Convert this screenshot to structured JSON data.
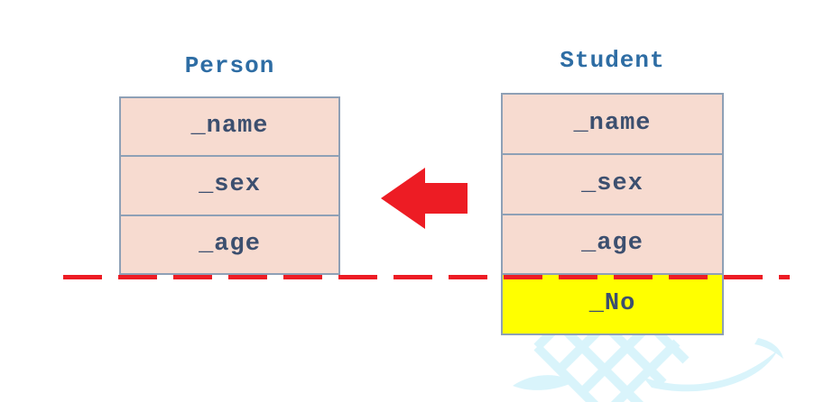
{
  "diagram": {
    "description": "Class layout diagram: Student derives from Person; the inherited part (_name, _sex, _age) maps back to Person, the extra member _No lies below the cut line",
    "person": {
      "title": "Person",
      "fields": [
        "_name",
        "_sex",
        "_age"
      ]
    },
    "student": {
      "title": "Student",
      "fields": [
        "_name",
        "_sex",
        "_age",
        "_No"
      ],
      "highlighted_field": "_No"
    },
    "arrow": {
      "direction": "left",
      "color": "#ed1c24"
    },
    "cut_line": {
      "style": "dashed",
      "color": "#ed1c24"
    },
    "colors": {
      "field_fill": "#f7dbd0",
      "highlight_fill": "#ffff00",
      "box_border": "#8ea0b6",
      "title_text": "#2e6da4",
      "field_text": "#3c4f6f",
      "watermark": "#d9f4fb"
    }
  }
}
